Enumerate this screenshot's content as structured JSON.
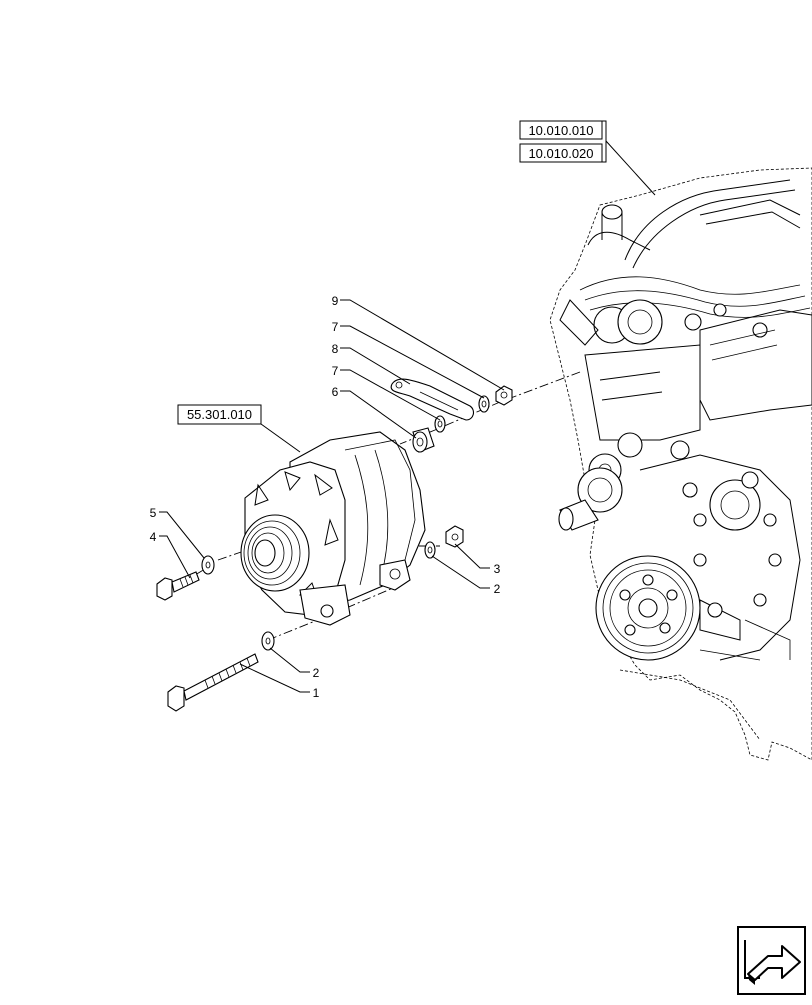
{
  "references": {
    "engine_ref_1": "10.010.010",
    "engine_ref_2": "10.010.020",
    "alternator_ref": "55.301.010"
  },
  "item_numbers": {
    "bolt_long": "1",
    "washer_lower": "2",
    "washer_right": "2",
    "nut": "3",
    "bolt_short": "4",
    "washer_left": "5",
    "spacer": "6",
    "washer_bracket_front": "7",
    "bracket": "8",
    "washer_bracket_rear": "7",
    "nut_bracket": "9"
  },
  "icons": {
    "nav_arrow": "next-page-arrow-icon"
  }
}
